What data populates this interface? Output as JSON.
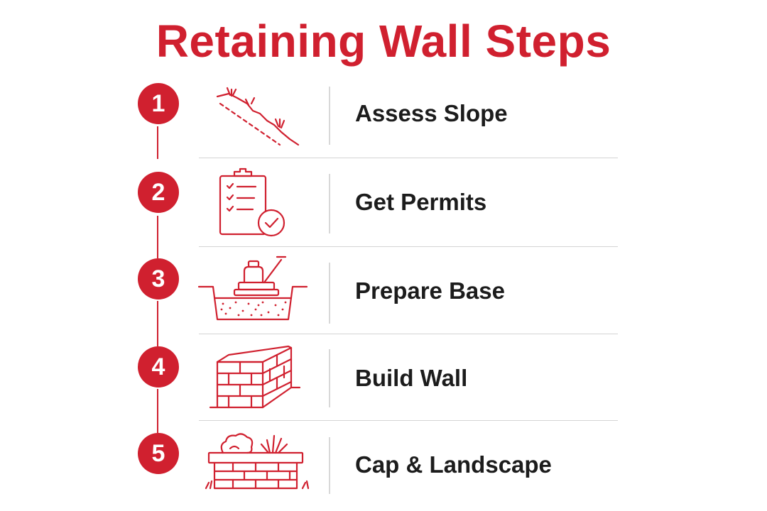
{
  "title": "Retaining Wall Steps",
  "colors": {
    "accent": "#d0202f",
    "text": "#1c1c1c",
    "divider": "#d4d4d4"
  },
  "steps": [
    {
      "number": "1",
      "label": "Assess Slope",
      "icon": "slope-icon"
    },
    {
      "number": "2",
      "label": "Get Permits",
      "icon": "clipboard-check-icon"
    },
    {
      "number": "3",
      "label": "Prepare Base",
      "icon": "plate-compactor-icon"
    },
    {
      "number": "4",
      "label": "Build Wall",
      "icon": "brick-wall-icon"
    },
    {
      "number": "5",
      "label": "Cap & Landscape",
      "icon": "capped-wall-plants-icon"
    }
  ]
}
